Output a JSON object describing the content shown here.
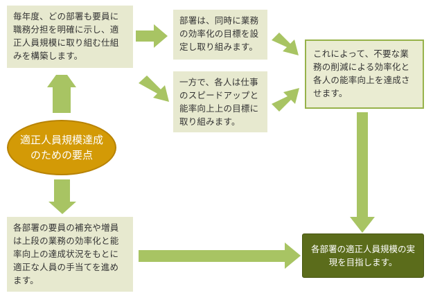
{
  "center": {
    "line1": "適正人員規模達成",
    "line2": "のための要点"
  },
  "boxes": {
    "top_left": "毎年度、どの部署も要員に職務分担を明確に示し、適正人員規模に取り組む仕組みを構築します。",
    "top_mid": "部署は、同時に業務の効率化の目標を設定し取り組みます。",
    "mid_mid": "一方で、各人は仕事のスピードアップと能率向上上の目標に取り組みます。",
    "goal": "これによって、不要な業務の削減による効率化と各人の能率向上を達成させます。",
    "bottom_left": "各部署の要員の補充や増員は上段の業務の効率化と能率向上の達成状況をもとに適正な人員の手当てを進めます。",
    "final": "各部署の適正人員規模の実現を目指します。"
  },
  "colors": {
    "arrow": "#a8c463",
    "box": "#e7e9cf",
    "oval": "#d39a06",
    "final": "#5b6c1b",
    "goal_border": "#97b24a"
  }
}
